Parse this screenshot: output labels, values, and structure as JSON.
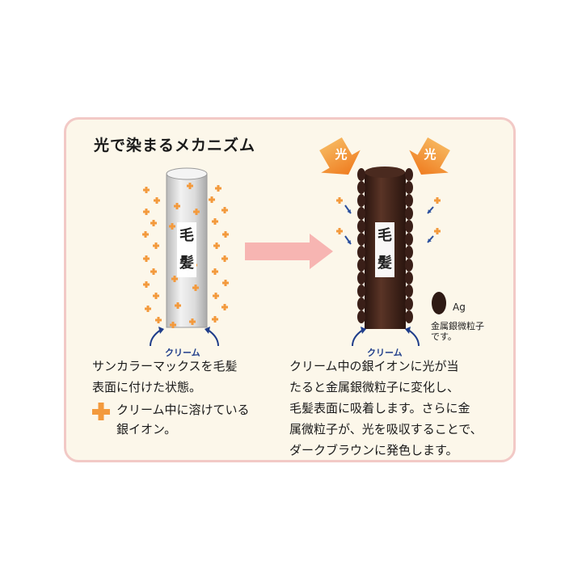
{
  "title": "光で染まるメカニズム",
  "hair_label_char1": "毛",
  "hair_label_char2": "髪",
  "light_label": "光",
  "cream_label": "クリーム",
  "ag_symbol": "Ag",
  "ag_caption_line1": "金属銀微粒子",
  "ag_caption_line2": "です。",
  "left_description": [
    "サンカラーマックスを毛髪",
    "表面に付けた状態。"
  ],
  "legend_text": [
    "クリーム中に溶けている",
    "銀イオン。"
  ],
  "right_description": [
    "クリーム中の銀イオンに光が当",
    "たると金属銀微粒子に変化し、",
    "毛髪表面に吸着します。さらに金",
    "属微粒子が、光を吸収することで、",
    "ダークブラウンに発色します。"
  ],
  "colors": {
    "card_bg": "#fcf7ea",
    "card_border": "#f2c9c6",
    "ion_orange": "#f39a3d",
    "hair_dark": "#3a1f18",
    "arrow_pink": "#f7b5b2",
    "light_orange": "#f28a2c",
    "cream_arrow_blue": "#1f3d8a",
    "ion_arrow_blue": "#2a4f9e"
  }
}
